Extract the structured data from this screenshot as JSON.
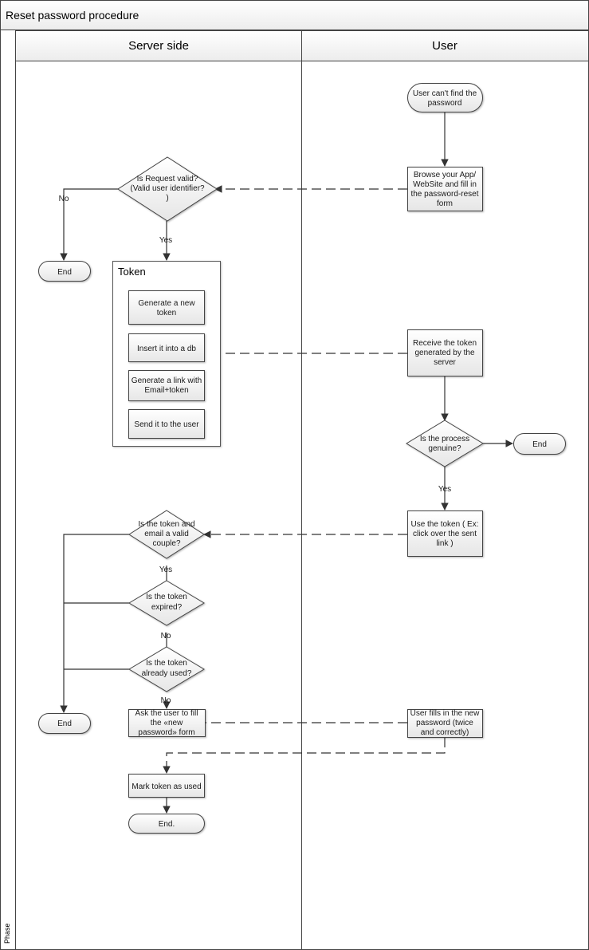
{
  "title": "Reset password procedure",
  "phase_label": "Phase",
  "lanes": {
    "server": "Server side",
    "user": "User"
  },
  "group": {
    "label": "Token"
  },
  "nodes": {
    "u_start": [
      "User can't find the",
      "password"
    ],
    "u_browse": [
      "Browse your App/",
      "WebSite and fill in",
      "the password-reset",
      "form"
    ],
    "s_valid": [
      "Is Request valid?",
      "(Valid user identifier?",
      ")"
    ],
    "s_end1": [
      "End"
    ],
    "t_gen": [
      "Generate a new",
      "token"
    ],
    "t_insert": [
      "Insert it into a db"
    ],
    "t_link": [
      "Generate a link with",
      "Email+token"
    ],
    "t_send": [
      "Send it to the user"
    ],
    "u_receive": [
      "Receive the token",
      "generated by the",
      "server"
    ],
    "u_genuine": [
      "Is the process",
      "genuine?"
    ],
    "u_end": [
      "End"
    ],
    "u_use": [
      "Use the token ( Ex:",
      "click over the sent",
      "link )"
    ],
    "s_couple": [
      "Is the token and",
      "email a valid",
      "couple?"
    ],
    "s_expired": [
      "Is the token",
      "expired?"
    ],
    "s_used": [
      "Is the token",
      "already used?"
    ],
    "s_end2": [
      "End"
    ],
    "s_ask": [
      "Ask the user to fill",
      "the «new",
      "password» form"
    ],
    "u_fill": [
      "User fills in the new",
      "password (twice",
      "and correctly)"
    ],
    "s_mark": [
      "Mark token as used"
    ],
    "s_end3": [
      "End."
    ]
  },
  "edge_labels": {
    "no1": "No",
    "yes1": "Yes",
    "yes2": "Yes",
    "yes3": "Yes",
    "no2": "No",
    "no3": "No"
  }
}
